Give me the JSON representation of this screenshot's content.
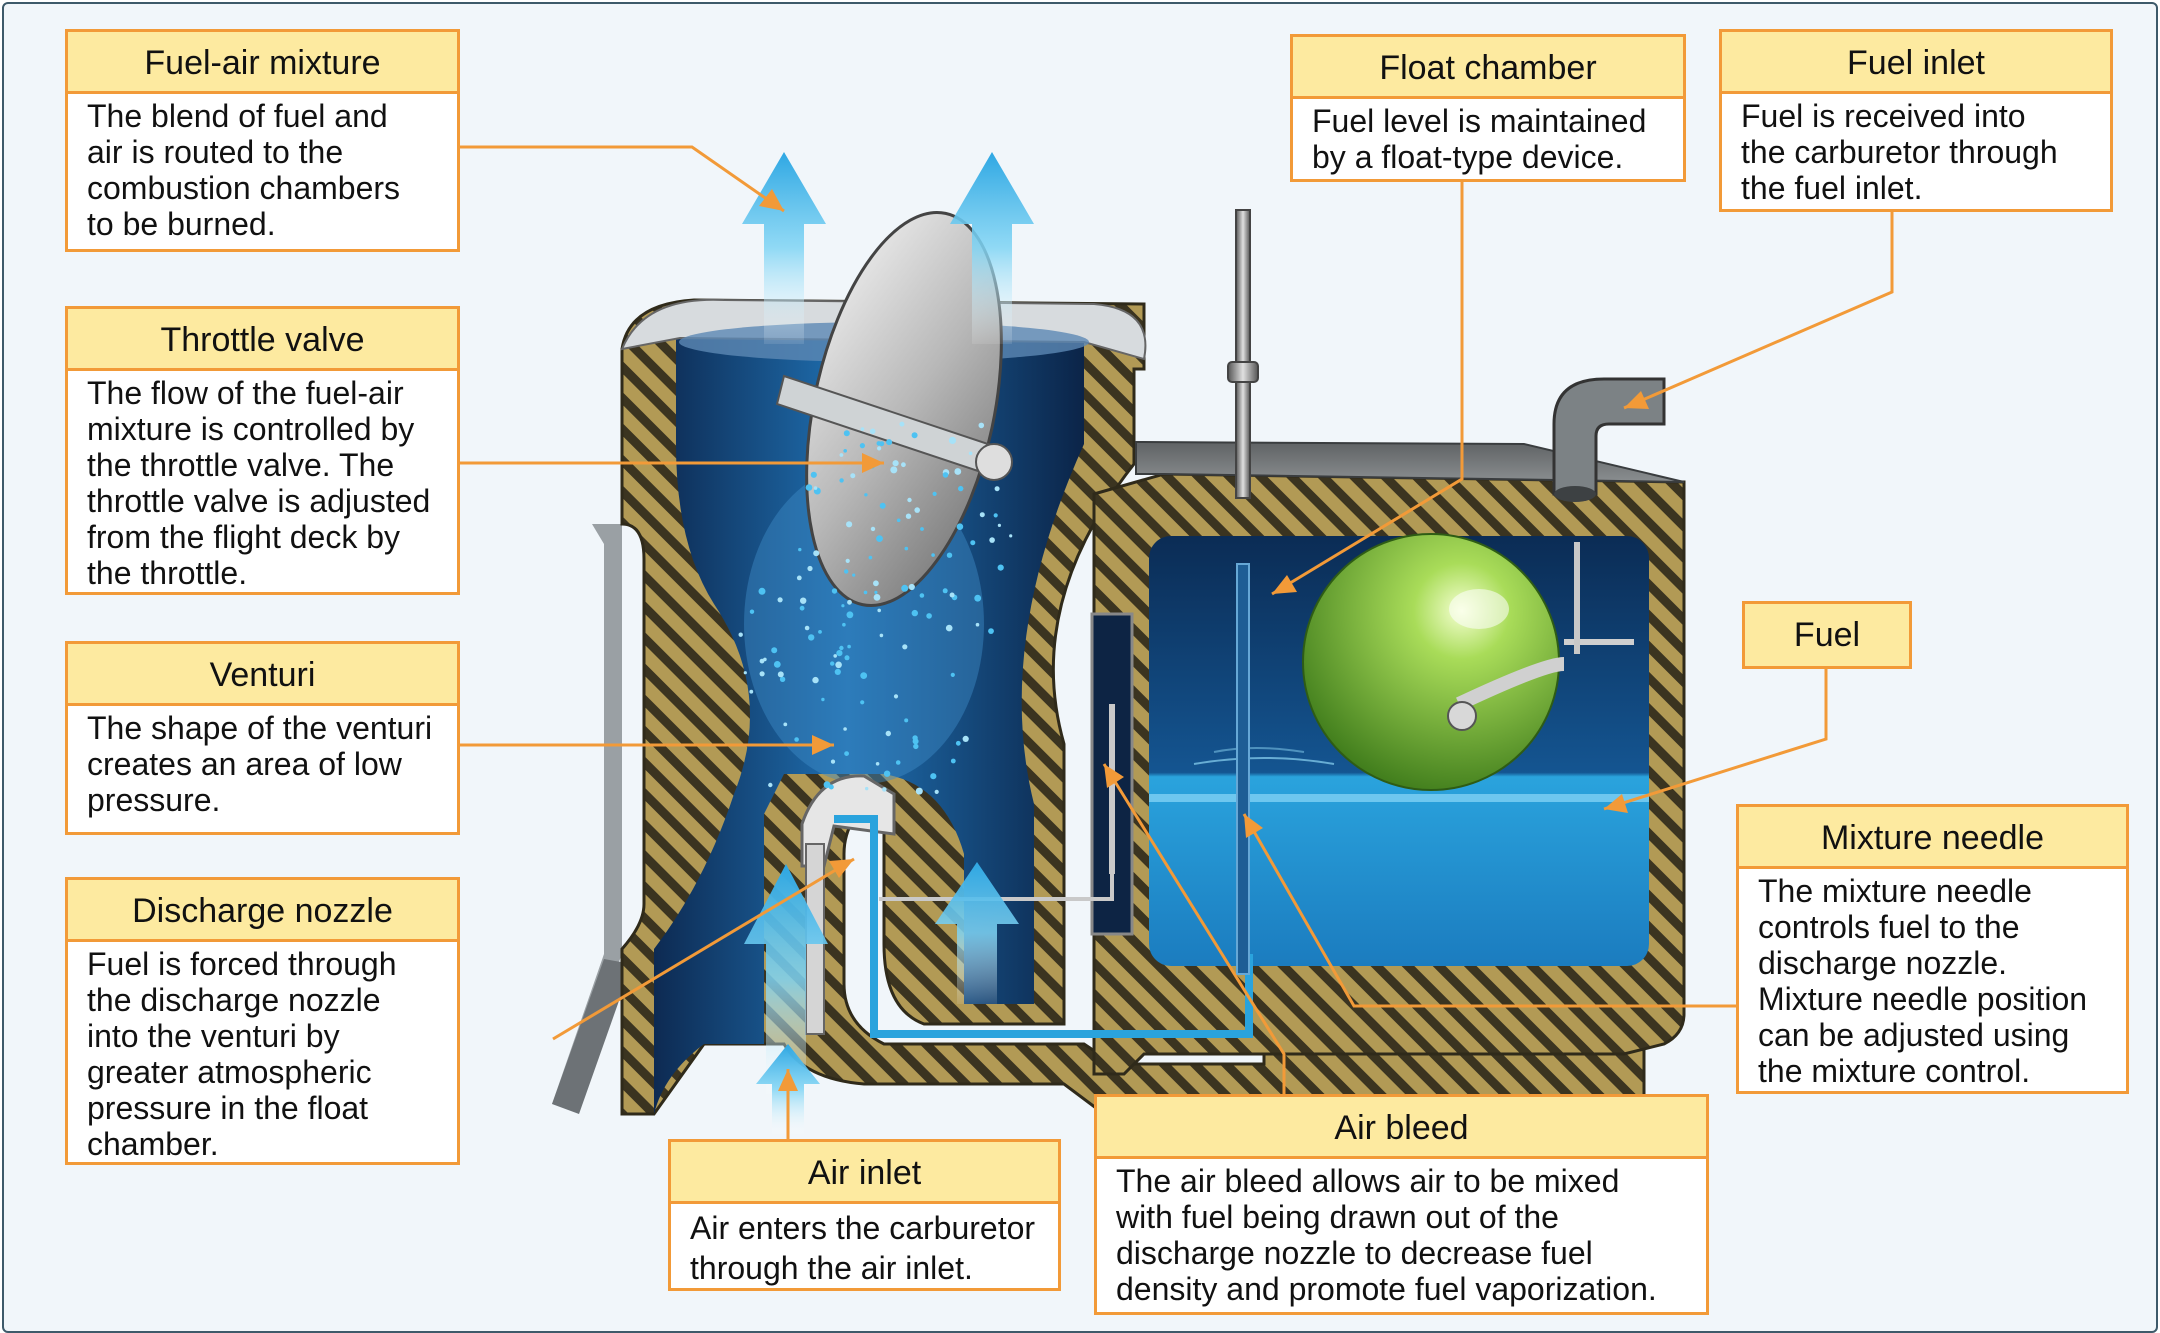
{
  "callouts": {
    "fuel_air_mixture": {
      "title": "Fuel-air mixture",
      "lines": [
        "The blend of fuel and",
        "air is routed to the",
        "combustion chambers",
        "to be burned."
      ]
    },
    "throttle_valve": {
      "title": "Throttle valve",
      "lines": [
        "The flow of the fuel-air",
        "mixture is controlled by",
        "the throttle valve. The",
        "throttle valve is adjusted",
        "from the flight deck by",
        "the throttle."
      ]
    },
    "venturi": {
      "title": "Venturi",
      "lines": [
        "The shape of the venturi",
        "creates an area of low",
        "pressure."
      ]
    },
    "discharge_nozzle": {
      "title": "Discharge nozzle",
      "lines": [
        "Fuel is forced through",
        "the discharge nozzle",
        "into the venturi by",
        "greater atmospheric",
        "pressure in the float",
        "chamber."
      ]
    },
    "air_inlet": {
      "title": "Air inlet",
      "lines": [
        "Air enters the carburetor",
        "through the air inlet."
      ]
    },
    "air_bleed": {
      "title": "Air bleed",
      "lines": [
        "The air bleed allows air to be mixed",
        "with fuel being drawn out of the",
        "discharge nozzle to decrease fuel",
        "density and promote fuel vaporization."
      ]
    },
    "float_chamber": {
      "title": "Float chamber",
      "lines": [
        "Fuel level is maintained",
        "by a float-type device."
      ]
    },
    "fuel_inlet": {
      "title": "Fuel inlet",
      "lines": [
        "Fuel is received into",
        "the carburetor through",
        "the fuel inlet."
      ]
    },
    "fuel": {
      "title": "Fuel",
      "lines": []
    },
    "mixture_needle": {
      "title": "Mixture needle",
      "lines": [
        "The mixture needle",
        "controls fuel to the",
        "discharge nozzle.",
        "Mixture needle position",
        "can be adjusted using",
        "the mixture control."
      ]
    }
  },
  "colors": {
    "accent": "#f29a38",
    "title_fill": "#fdeaa0",
    "body_casting": "#b7a05a",
    "fuel": "#2aa3dd",
    "air_flow": "#5cc7ee",
    "float": "#7cbf3a"
  }
}
